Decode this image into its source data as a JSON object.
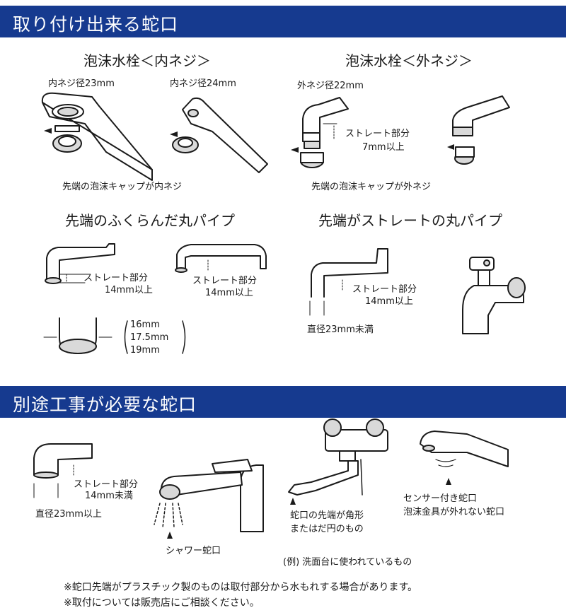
{
  "section1": {
    "title": "取り付け出来る蛇口",
    "col_left_title": "泡沫水栓＜内ネジ＞",
    "col_right_title": "泡沫水栓＜外ネジ＞",
    "label_inner23": "内ネジ径23mm",
    "label_inner24": "内ネジ径24mm",
    "label_outer22": "外ネジ径22mm",
    "straight_label": "ストレート部分",
    "straight_7mm": "7mm以上",
    "caption_inner": "先端の泡沫キャップが内ネジ",
    "caption_outer": "先端の泡沫キャップが外ネジ",
    "round_pipe_title": "先端のふくらんだ丸パイプ",
    "straight_pipe_title": "先端がストレートの丸パイプ",
    "straight_14mm": "14mm以上",
    "dia_16": "16mm",
    "dia_175": "17.5mm",
    "dia_19": "19mm",
    "dia_under23": "直径23mm未満"
  },
  "section2": {
    "title": "別途工事が必要な蛇口",
    "straight_label": "ストレート部分",
    "straight_under14": "14mm未満",
    "dia_over23": "直径23mm以上",
    "shower_label": "シャワー蛇口",
    "angular_line1": "蛇口の先端が角形",
    "angular_line2": "またはだ円のもの",
    "sensor_line1": "センサー付き蛇口",
    "sensor_line2": "泡沫金具が外れない蛇口",
    "example_note": "(例) 洗面台に使われているもの"
  },
  "notes": {
    "note1": "※蛇口先端がプラスチック製のものは取付部分から水もれする場合があります。",
    "note2": "※取付については販売店にご相談ください。"
  },
  "colors": {
    "band": "#163a8f",
    "band_text": "#ffffff",
    "line": "#1a1a1a",
    "gray_fill": "#d9d9d9"
  }
}
